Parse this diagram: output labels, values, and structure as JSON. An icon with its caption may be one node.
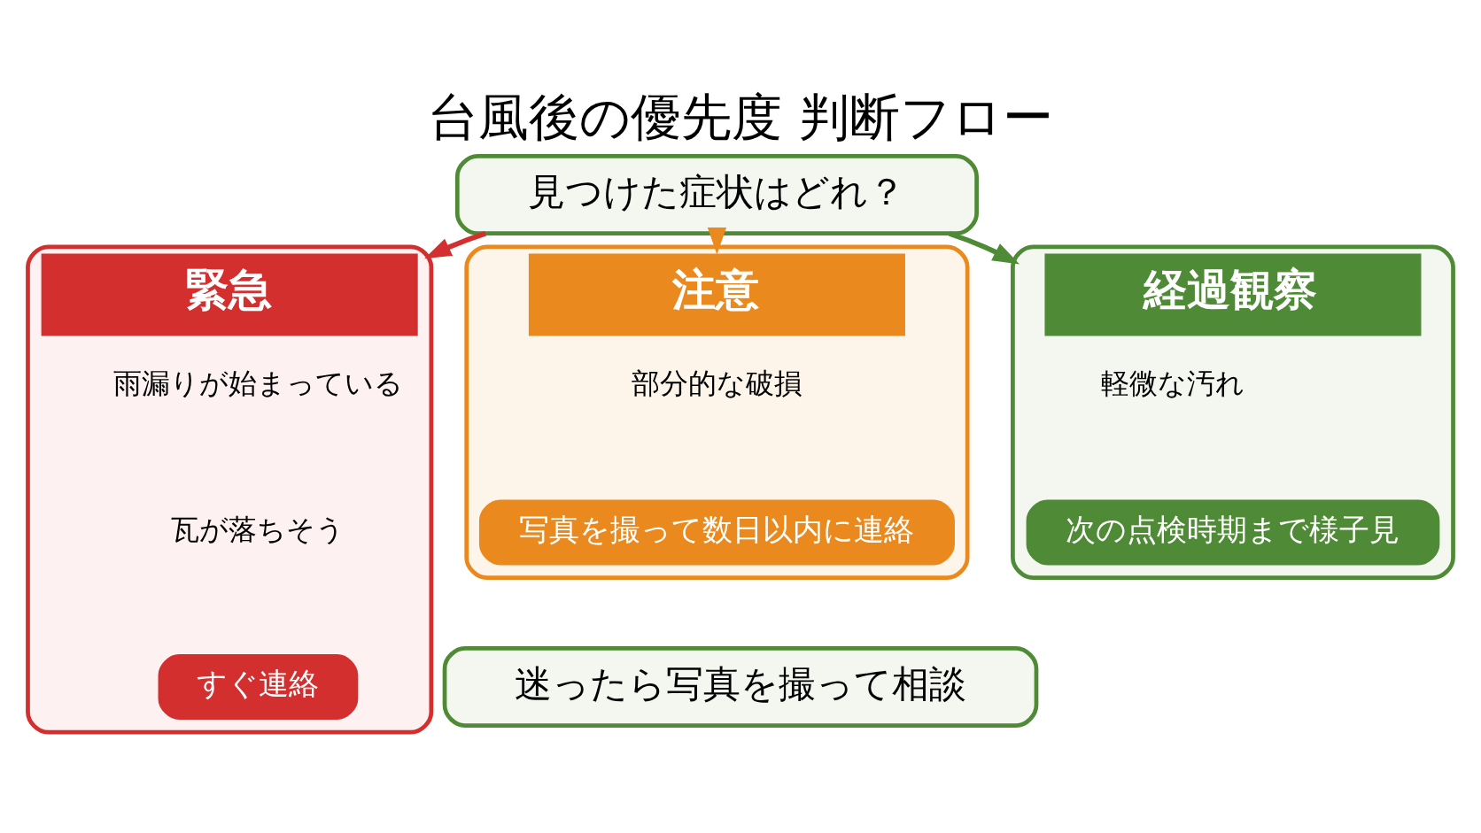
{
  "diagram": {
    "title": "台風後の優先度 判断フロー",
    "nodes": [
      {
        "text": [
          "見つけた症状はどれ？"
        ]
      },
      {
        "text": [
          "緊急"
        ]
      },
      {
        "text": [
          "雨漏りが始まっている"
        ],
        "in": 1
      },
      {
        "text": [
          "瓦が落ちそう"
        ],
        "in": 1
      },
      {
        "text": [
          "すぐ連絡"
        ],
        "in": 1
      },
      {
        "text": [
          "注意"
        ]
      },
      {
        "text": [
          "部分的な破損"
        ],
        "in": 5
      },
      {
        "text": [
          "写真を撮って数日以内に連絡"
        ],
        "in": 5
      },
      {
        "text": [
          "経過観察"
        ]
      },
      {
        "text": [
          "軽微な汚れ"
        ],
        "in": 8
      },
      {
        "text": [
          "次の点検時期まで様子見"
        ],
        "in": 8
      },
      {
        "text": [
          "迷ったら写真を撮って相談"
        ]
      }
    ],
    "edges": [
      {
        "from": 0,
        "to": 1,
        "arrow": "to",
        "color": "#d32f2f"
      },
      {
        "from": 0,
        "to": 5,
        "arrow": "to",
        "color": "#ea8a1e"
      },
      {
        "from": 0,
        "to": 8,
        "arrow": "to",
        "color": "#4f8a36"
      }
    ]
  }
}
